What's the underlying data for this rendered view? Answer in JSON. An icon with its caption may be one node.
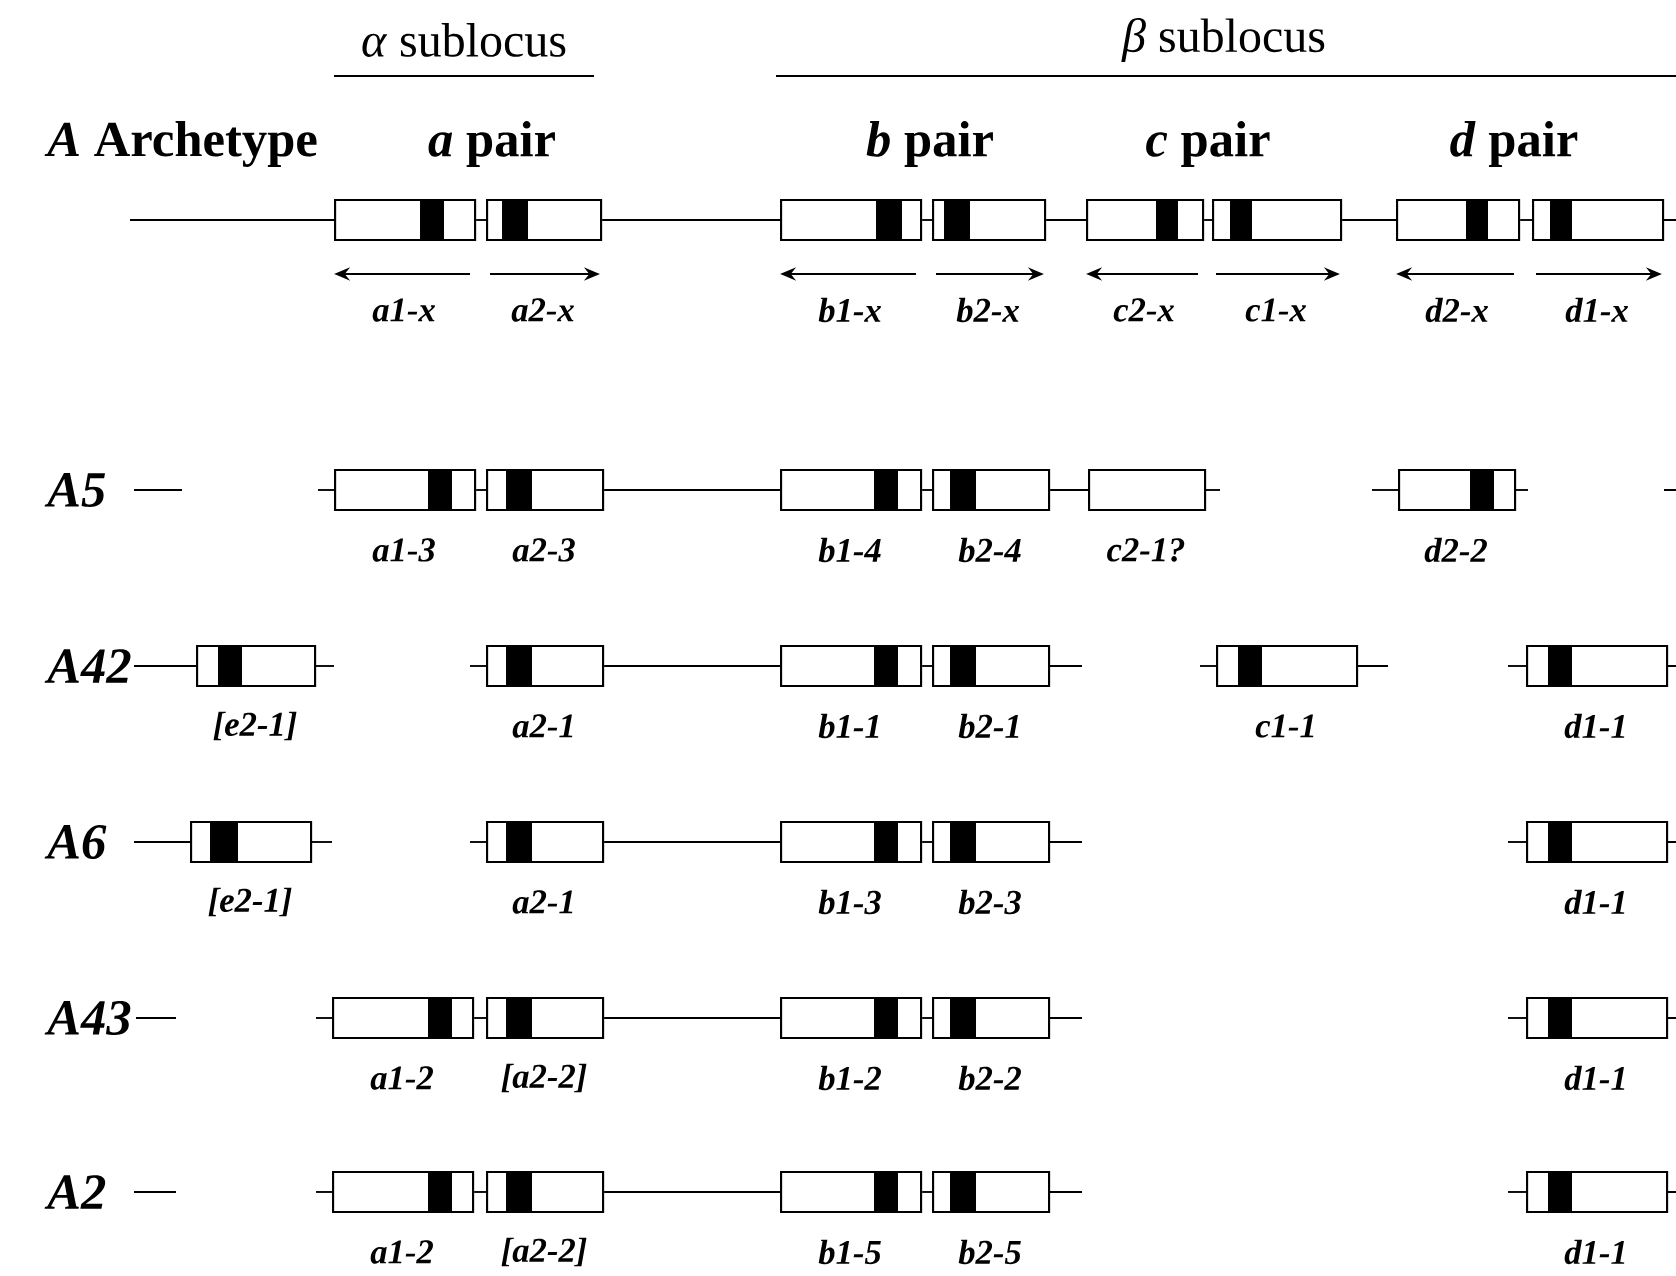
{
  "diagram": {
    "nodes": [
      {
        "text": [],
        "shape": "box",
        "beside": [
          "a1-x"
        ]
      },
      {
        "text": [],
        "shape": "box",
        "beside": [
          "a2-x"
        ]
      },
      {
        "text": [],
        "shape": "box",
        "beside": [
          "b1-x"
        ]
      },
      {
        "text": [],
        "shape": "box",
        "beside": [
          "b2-x"
        ]
      },
      {
        "text": [],
        "shape": "box",
        "beside": [
          "c2-x"
        ]
      },
      {
        "text": [],
        "shape": "box",
        "beside": [
          "c1-x"
        ]
      },
      {
        "text": [],
        "shape": "box",
        "beside": [
          "d2-x"
        ]
      },
      {
        "text": [],
        "shape": "box",
        "beside": [
          "d1-x"
        ]
      },
      {
        "text": [],
        "shape": "box",
        "beside": [
          "a1-3"
        ]
      },
      {
        "text": [],
        "shape": "box",
        "beside": [
          "a2-3"
        ]
      },
      {
        "text": [],
        "shape": "box",
        "beside": [
          "b1-4"
        ]
      },
      {
        "text": [],
        "shape": "box",
        "beside": [
          "b2-4"
        ]
      },
      {
        "text": [],
        "shape": "box",
        "beside": [
          "c2-1?"
        ]
      },
      {
        "text": [],
        "shape": "box",
        "beside": [
          "d2-2"
        ]
      },
      {
        "text": [],
        "shape": "box",
        "beside": [
          "[e2-1]"
        ]
      },
      {
        "text": [],
        "shape": "box",
        "beside": [
          "a2-1"
        ]
      },
      {
        "text": [],
        "shape": "box",
        "beside": [
          "b1-1"
        ]
      },
      {
        "text": [],
        "shape": "box",
        "beside": [
          "b2-1"
        ]
      },
      {
        "text": [],
        "shape": "box",
        "beside": [
          "c1-1"
        ]
      },
      {
        "text": [],
        "shape": "box",
        "beside": [
          "d1-1"
        ]
      },
      {
        "text": [],
        "shape": "box",
        "beside": [
          "[e2-1]"
        ]
      },
      {
        "text": [],
        "shape": "box",
        "beside": [
          "a2-1"
        ]
      },
      {
        "text": [],
        "shape": "box",
        "beside": [
          "b1-3"
        ]
      },
      {
        "text": [],
        "shape": "box",
        "beside": [
          "b2-3"
        ]
      },
      {
        "text": [],
        "shape": "box",
        "beside": [
          "d1-1"
        ]
      },
      {
        "text": [],
        "shape": "box",
        "beside": [
          "a1-2"
        ]
      },
      {
        "text": [],
        "shape": "box",
        "beside": [
          "[a2-2]"
        ]
      },
      {
        "text": [],
        "shape": "box",
        "beside": [
          "b1-2"
        ]
      },
      {
        "text": [],
        "shape": "box",
        "beside": [
          "b2-2"
        ]
      },
      {
        "text": [],
        "shape": "box",
        "beside": [
          "d1-1"
        ]
      },
      {
        "text": [],
        "shape": "box",
        "beside": [
          "a1-2"
        ]
      },
      {
        "text": [],
        "shape": "box",
        "beside": [
          "[a2-2]"
        ]
      },
      {
        "text": [],
        "shape": "box",
        "beside": [
          "b1-5"
        ]
      },
      {
        "text": [],
        "shape": "box",
        "beside": [
          "b2-5"
        ]
      },
      {
        "text": [],
        "shape": "box",
        "beside": [
          "d1-1"
        ]
      }
    ],
    "edges": [
      {
        "from": 0,
        "to": 1,
        "arrow": "none"
      },
      {
        "from": 1,
        "to": 2,
        "arrow": "none"
      },
      {
        "from": 2,
        "to": 3,
        "arrow": "none"
      },
      {
        "from": 3,
        "to": 4,
        "arrow": "none"
      },
      {
        "from": 4,
        "to": 5,
        "arrow": "none"
      },
      {
        "from": 5,
        "to": 6,
        "arrow": "none"
      },
      {
        "from": 6,
        "to": 7,
        "arrow": "none"
      },
      {
        "from": 8,
        "to": 9,
        "arrow": "none"
      },
      {
        "from": 9,
        "to": 10,
        "arrow": "none"
      },
      {
        "from": 10,
        "to": 11,
        "arrow": "none"
      },
      {
        "from": 11,
        "to": 12,
        "arrow": "none"
      },
      {
        "from": 15,
        "to": 16,
        "arrow": "none"
      },
      {
        "from": 16,
        "to": 17,
        "arrow": "none"
      },
      {
        "from": 21,
        "to": 22,
        "arrow": "none"
      },
      {
        "from": 22,
        "to": 23,
        "arrow": "none"
      },
      {
        "from": 25,
        "to": 26,
        "arrow": "none"
      },
      {
        "from": 26,
        "to": 27,
        "arrow": "none"
      },
      {
        "from": 27,
        "to": 28,
        "arrow": "none"
      },
      {
        "from": 30,
        "to": 31,
        "arrow": "none"
      },
      {
        "from": 31,
        "to": 32,
        "arrow": "none"
      },
      {
        "from": 32,
        "to": 33,
        "arrow": "none"
      }
    ],
    "labels": [
      "*α* sublocus",
      "*β* sublocus",
      "*A* Archetype",
      "*a* pair",
      "*b* pair",
      "*c* pair",
      "*d* pair",
      "A5",
      "A42",
      "A6",
      "A43",
      "A2"
    ]
  }
}
